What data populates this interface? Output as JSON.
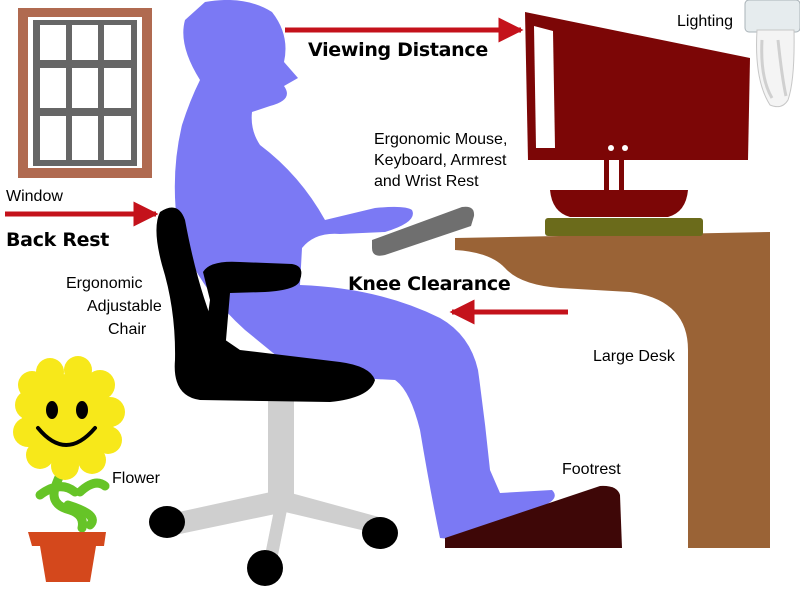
{
  "labels": {
    "lighting": "Lighting",
    "viewing_distance": "Viewing Distance",
    "peripherals": "Ergonomic Mouse,\nKeyboard, Armrest\nand Wrist Rest",
    "window": "Window",
    "back_rest": "Back Rest",
    "knee_clearance": "Knee Clearance",
    "chair_line1": "Ergonomic",
    "chair_line2": "Adjustable",
    "chair_line3": "Chair",
    "large_desk": "Large Desk",
    "footrest": "Footrest",
    "flower": "Flower"
  },
  "colors": {
    "person": "#7b79f4",
    "monitor": "#7c0606",
    "desk": "#9a6336",
    "chair": "#000000",
    "chair_base": "#cfcfcf",
    "arrow": "#c4121b",
    "window_frame": "#b06a50",
    "window_glass": "#666666",
    "footrest": "#3e0707",
    "keyboard_tray": "#6b6b1b",
    "mouse_keyboard": "#6f6f6f",
    "flower_petals": "#f7e81a",
    "flower_stem": "#66c427",
    "flower_pot": "#d4481c"
  }
}
